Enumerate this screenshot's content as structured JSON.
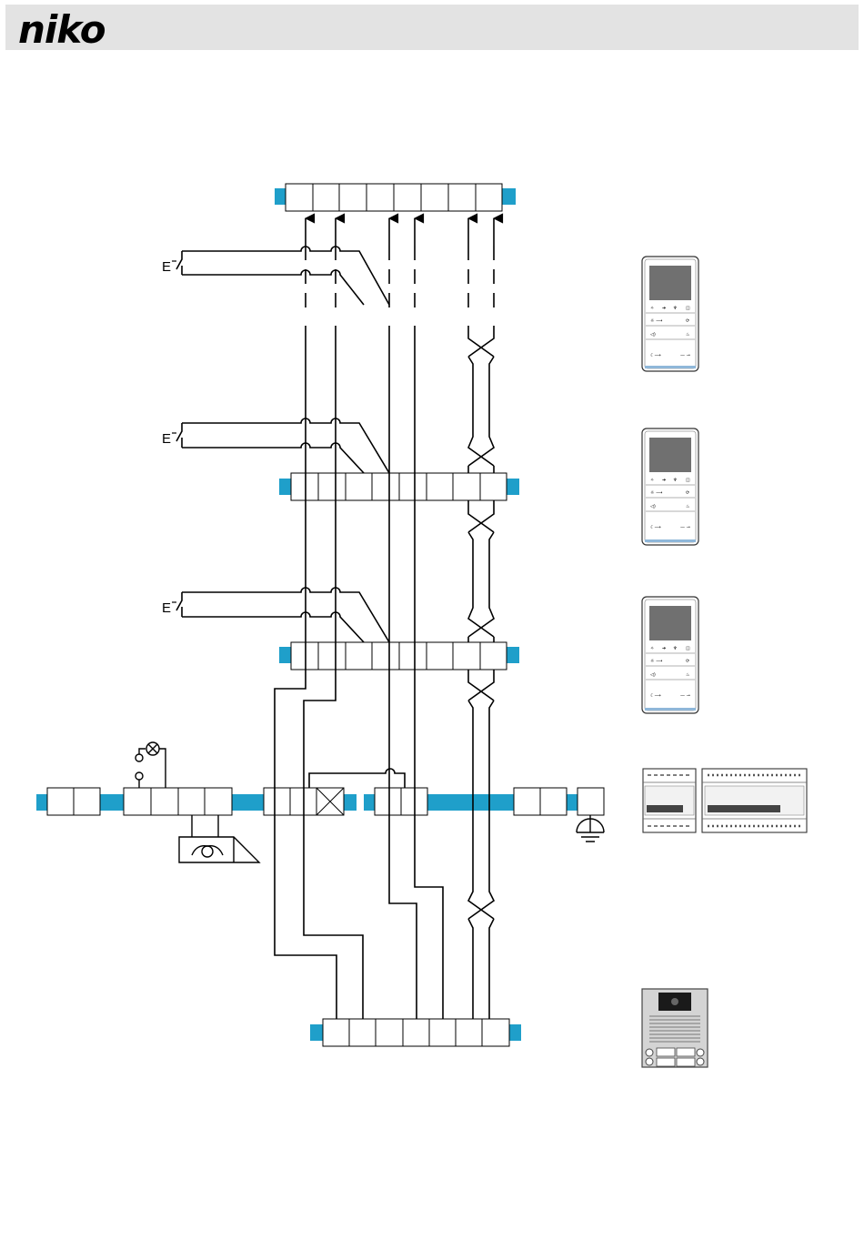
{
  "header": {
    "logo_text": "niko"
  },
  "colors": {
    "bus": "#1f9fca",
    "line": "#000000",
    "header_bg": "#e3e3e3",
    "screen": "#707070"
  },
  "symbols": {
    "push_button_label": "E"
  },
  "devices": [
    {
      "name": "indoor-video-monitor-1"
    },
    {
      "name": "indoor-video-monitor-2"
    },
    {
      "name": "indoor-video-monitor-3"
    },
    {
      "name": "power-supply-and-controller"
    },
    {
      "name": "outdoor-video-station"
    }
  ]
}
